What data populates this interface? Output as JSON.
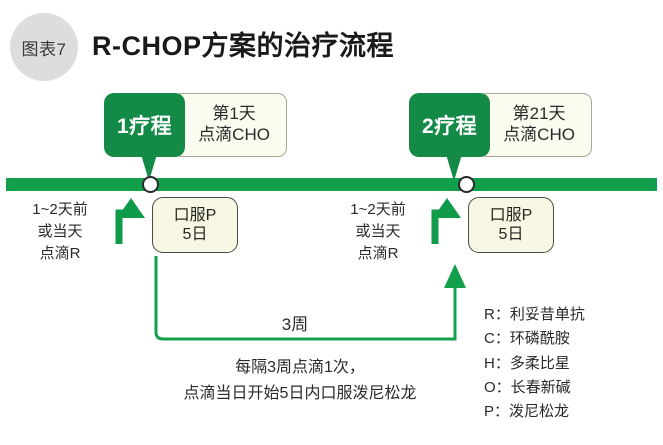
{
  "header": {
    "badge": "图表7",
    "title": "R-CHOP方案的治疗流程"
  },
  "courses": [
    {
      "tag": "1疗程",
      "day": "第1天",
      "drip": "点滴CHO"
    },
    {
      "tag": "2疗程",
      "day": "第21天",
      "drip": "点滴CHO"
    }
  ],
  "pre_notes": [
    {
      "line1": "1~2天前",
      "line2": "或当天",
      "line3": "点滴R"
    },
    {
      "line1": "1~2天前",
      "line2": "或当天",
      "line3": "点滴R"
    }
  ],
  "oral_boxes": [
    {
      "line1": "口服P",
      "line2": "5日"
    },
    {
      "line1": "口服P",
      "line2": "5日"
    }
  ],
  "interval_label": "3周",
  "bottom_note": {
    "line1": "每隔3周点滴1次，",
    "line2": "点滴当日开始5日内口服泼尼松龙"
  },
  "legend": [
    {
      "key": "R：",
      "value": "利妥昔单抗"
    },
    {
      "key": "C：",
      "value": "环磷酰胺"
    },
    {
      "key": "H：",
      "value": "多柔比星"
    },
    {
      "key": "O：",
      "value": "长春新碱"
    },
    {
      "key": "P：",
      "value": "泼尼松龙"
    }
  ],
  "colors": {
    "timeline_green": "#12a04c",
    "tag_green": "#138a46",
    "arrow_green": "#0f9b4a",
    "cream": "#fbfbef",
    "badge_gray": "#dcdddf"
  }
}
